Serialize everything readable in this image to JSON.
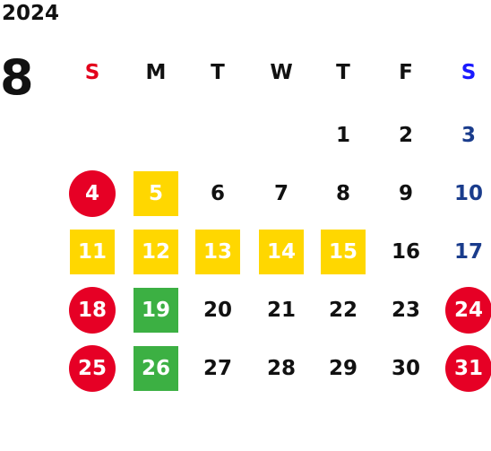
{
  "year": "2024",
  "month": "8",
  "weekdays": [
    "S",
    "M",
    "T",
    "W",
    "T",
    "F",
    "S"
  ],
  "colors": {
    "holiday_red": "#e60025",
    "highlight_yellow": "#ffd700",
    "highlight_green": "#3cb043",
    "saturday_blue": "#1a3c8c"
  },
  "weeks": [
    [
      {
        "d": "",
        "style": "none"
      },
      {
        "d": "",
        "style": "none"
      },
      {
        "d": "",
        "style": "none"
      },
      {
        "d": "",
        "style": "none"
      },
      {
        "d": "1",
        "style": "plain"
      },
      {
        "d": "2",
        "style": "plain"
      },
      {
        "d": "3",
        "style": "blue"
      }
    ],
    [
      {
        "d": "4",
        "style": "red-circle"
      },
      {
        "d": "5",
        "style": "yellow"
      },
      {
        "d": "6",
        "style": "plain"
      },
      {
        "d": "7",
        "style": "plain"
      },
      {
        "d": "8",
        "style": "plain"
      },
      {
        "d": "9",
        "style": "plain"
      },
      {
        "d": "10",
        "style": "blue"
      }
    ],
    [
      {
        "d": "11",
        "style": "yellow"
      },
      {
        "d": "12",
        "style": "yellow"
      },
      {
        "d": "13",
        "style": "yellow"
      },
      {
        "d": "14",
        "style": "yellow"
      },
      {
        "d": "15",
        "style": "yellow"
      },
      {
        "d": "16",
        "style": "plain"
      },
      {
        "d": "17",
        "style": "blue"
      }
    ],
    [
      {
        "d": "18",
        "style": "red-circle"
      },
      {
        "d": "19",
        "style": "green"
      },
      {
        "d": "20",
        "style": "plain"
      },
      {
        "d": "21",
        "style": "plain"
      },
      {
        "d": "22",
        "style": "plain"
      },
      {
        "d": "23",
        "style": "plain"
      },
      {
        "d": "24",
        "style": "red-circle"
      }
    ],
    [
      {
        "d": "25",
        "style": "red-circle"
      },
      {
        "d": "26",
        "style": "green"
      },
      {
        "d": "27",
        "style": "plain"
      },
      {
        "d": "28",
        "style": "plain"
      },
      {
        "d": "29",
        "style": "plain"
      },
      {
        "d": "30",
        "style": "plain"
      },
      {
        "d": "31",
        "style": "red-circle"
      }
    ]
  ]
}
